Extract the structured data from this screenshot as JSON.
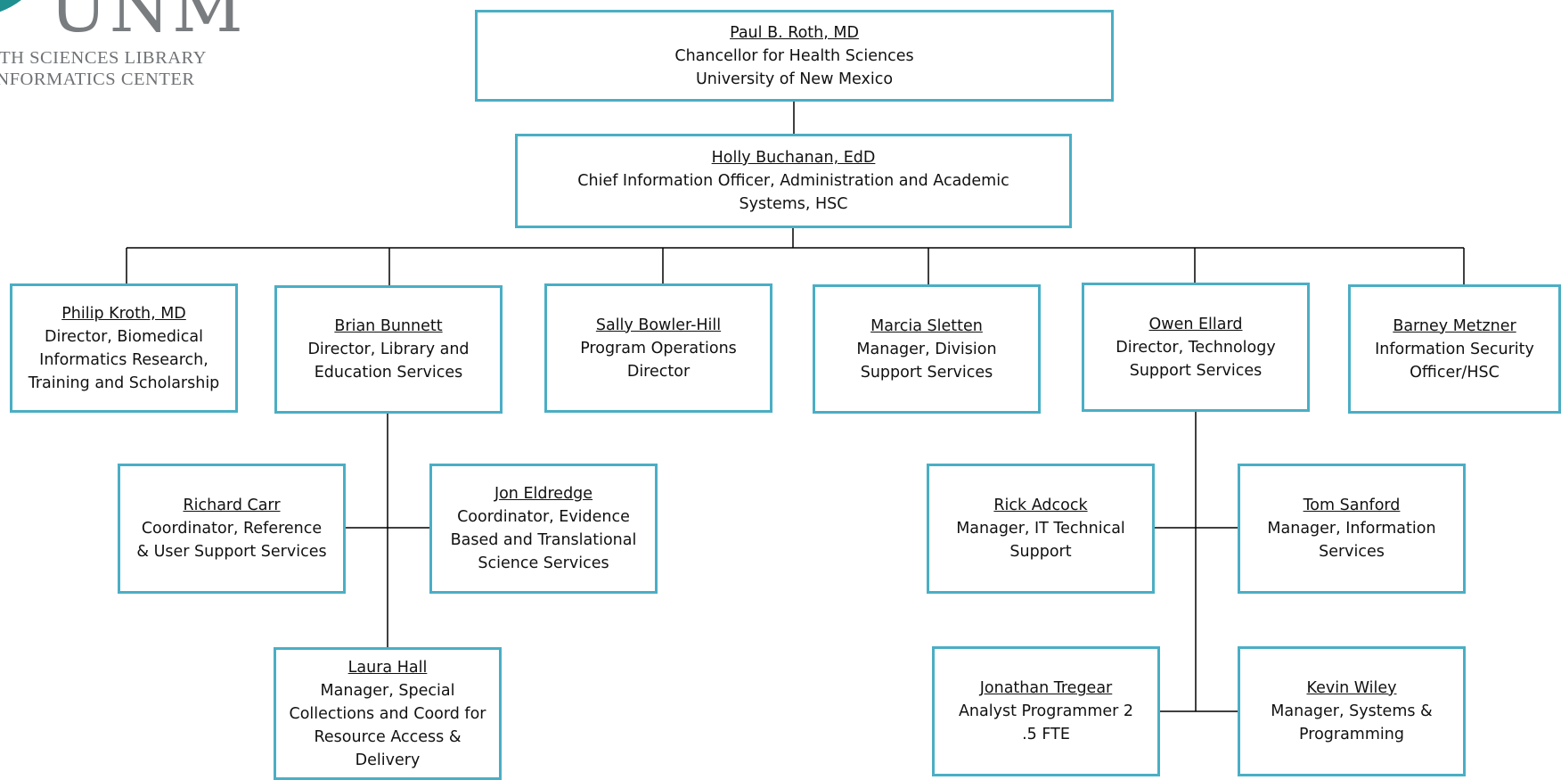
{
  "logo": {
    "wordmark": "UNM",
    "line1": "LTH SCIENCES LIBRARY",
    "line2": "INFORMATICS CENTER"
  },
  "nodes": {
    "roth": {
      "name": "Paul B. Roth, MD",
      "title1": "Chancellor for Health Sciences",
      "title2": "University of New Mexico"
    },
    "buchanan": {
      "name": "Holly Buchanan, EdD",
      "title1": "Chief Information Officer, Administration and Academic",
      "title2": "Systems, HSC"
    },
    "kroth": {
      "name": "Philip Kroth, MD",
      "title1": "Director, Biomedical",
      "title2": "Informatics Research,",
      "title3": "Training and Scholarship"
    },
    "bunnett": {
      "name": "Brian Bunnett",
      "title1": "Director, Library and",
      "title2": "Education Services"
    },
    "bowler": {
      "name": "Sally Bowler-Hill",
      "title1": "Program Operations",
      "title2": "Director"
    },
    "sletten": {
      "name": "Marcia Sletten",
      "title1": "Manager, Division",
      "title2": "Support Services"
    },
    "ellard": {
      "name": "Owen Ellard",
      "title1": "Director, Technology",
      "title2": "Support Services"
    },
    "metzner": {
      "name": "Barney Metzner",
      "title1": "Information Security",
      "title2": "Officer/HSC"
    },
    "carr": {
      "name": "Richard Carr",
      "title1": "Coordinator, Reference",
      "title2": "& User Support Services"
    },
    "eldredge": {
      "name": "Jon Eldredge",
      "title1": "Coordinator, Evidence",
      "title2": "Based and Translational",
      "title3": "Science Services"
    },
    "hall": {
      "name": "Laura Hall",
      "title1": "Manager, Special",
      "title2": "Collections and Coord for",
      "title3": "Resource Access &",
      "title4": "Delivery"
    },
    "adcock": {
      "name": "Rick Adcock",
      "title1": "Manager, IT Technical",
      "title2": "Support"
    },
    "sanford": {
      "name": "Tom Sanford",
      "title1": "Manager, Information",
      "title2": "Services"
    },
    "tregear": {
      "name": "Jonathan Tregear",
      "title1": "Analyst Programmer 2",
      "title2": ".5 FTE"
    },
    "wiley": {
      "name": "Kevin Wiley",
      "title1": "Manager, Systems &",
      "title2": "Programming"
    }
  },
  "colors": {
    "box_border": "#4aaec4",
    "logo_teal": "#1f8f8f",
    "logo_gray": "#7a7d80",
    "line": "#000000"
  }
}
